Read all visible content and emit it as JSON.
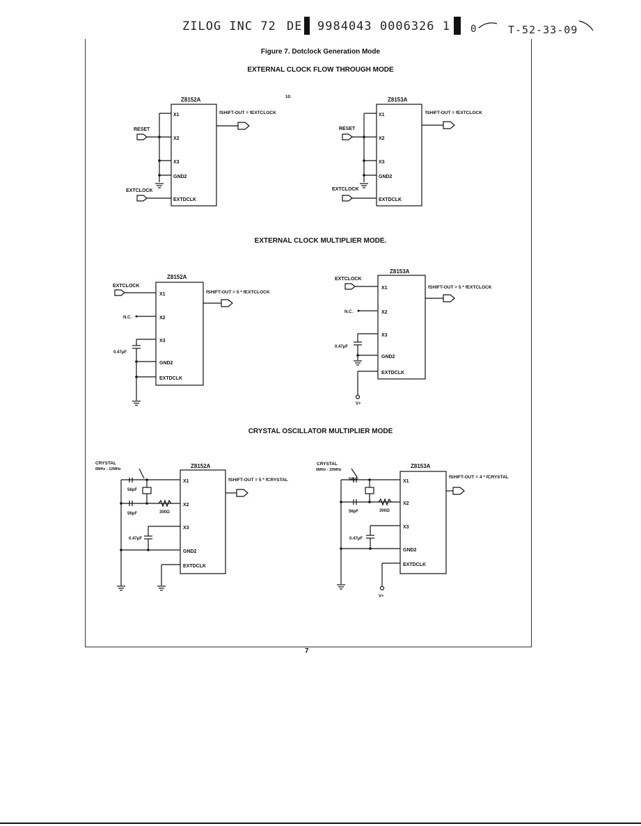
{
  "header": {
    "stamp": "ZILOG INC 72",
    "code_de": "DE",
    "doc_number": "9984043 0006326 1",
    "mark": "0",
    "ref": "T-52-33-09"
  },
  "figure": {
    "title": "Figure 7. Dotclock Generation Mode",
    "stray_mark": "10:"
  },
  "sections": [
    {
      "title": "EXTERNAL CLOCK FLOW THROUGH MODE"
    },
    {
      "title": "EXTERNAL CLOCK MULTIPLIER MODE."
    },
    {
      "title": "CRYSTAL OSCILLATOR MULTIPLIER MODE"
    }
  ],
  "chips": {
    "z8152a": "Z8152A",
    "z8153a": "Z8153A"
  },
  "pins": {
    "x1": "X1",
    "x2": "X2",
    "x3": "X3",
    "gnd2": "GND2",
    "extdclk": "EXTDCLK"
  },
  "signals": {
    "reset": "RESET",
    "extclock": "EXTCLOCK",
    "nc": "N.C.",
    "vplus": "V+",
    "crystal": "CRYSTAL"
  },
  "outputs": {
    "flow": "fSHIFT-OUT = fEXTCLOCK",
    "ext_mult": "fSHIFT-OUT = 5 * fEXTCLOCK",
    "xtal_mult": "fSHIFT-OUT = 5 * fCRYSTAL",
    "xtal_mult_b": "fSHIFT-OUT = 4 * fCRYSTAL"
  },
  "components": {
    "cap_047": "0.47μF",
    "cap_56": "56pF",
    "res_300": "300Ω",
    "xtal_range_a": "6MHz - 12MHz",
    "xtal_range_b": "6MHz - 20MHz"
  },
  "page_number": "7"
}
